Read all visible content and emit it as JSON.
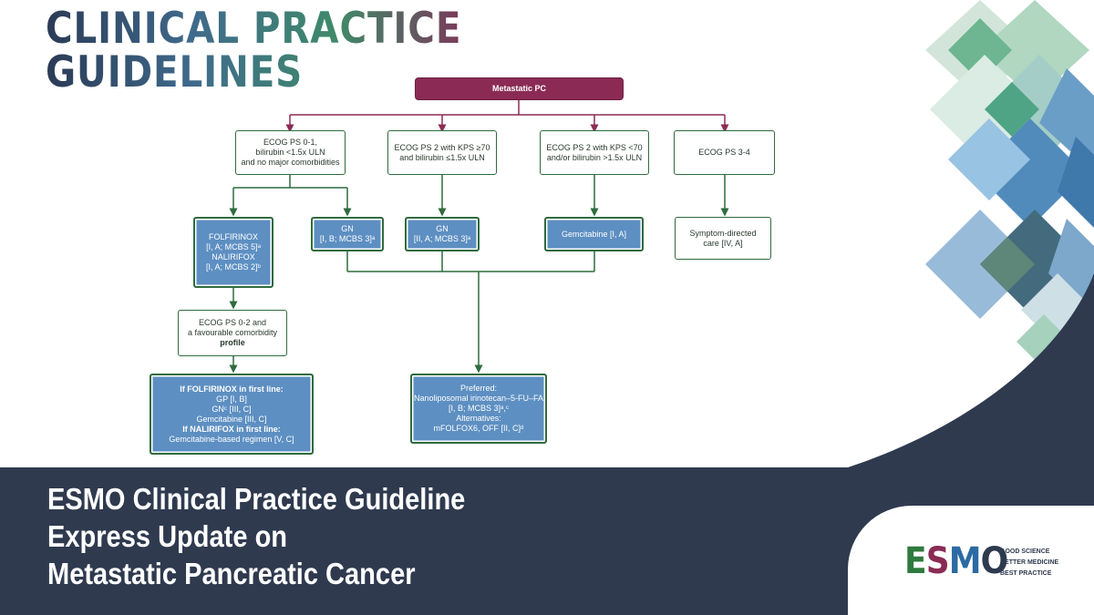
{
  "header": {
    "title_line1": "CLINICAL PRACTICE",
    "title_line2": "GUIDELINES"
  },
  "flowchart": {
    "root": "Metastatic PC",
    "ecog01": [
      "ECOG PS 0-1,",
      "bilirubin <1.5x ULN",
      "and no major comorbidities"
    ],
    "ecog2_kps_ge70": [
      "ECOG PS 2 with KPS ≥70",
      "and bilirubin ≤1.5x ULN"
    ],
    "ecog2_kps_lt70": [
      "ECOG PS 2 with KPS <70",
      "and/or bilirubin >1.5x ULN"
    ],
    "ecog34": "ECOG PS 3-4",
    "folfirinox": [
      "FOLFIRINOX",
      "[I, A; MCBS 5]ᵃ",
      "NALIRIFOX",
      "[I, A; MCBS 2]ᵇ"
    ],
    "gn_ib": [
      "GN",
      "[I, B; MCBS 3]ᵃ"
    ],
    "gn_ia": [
      "GN",
      "[II, A; MCBS 3]ᵃ"
    ],
    "gemcitabine": "Gemcitabine [I, A]",
    "symptom": [
      "Symptom-directed",
      "care [IV, A]"
    ],
    "ecog02": [
      "ECOG PS 0-2 and",
      "a favourable comorbidity",
      "profile"
    ],
    "second_line_left": [
      "If FOLFIRINOX in first line:",
      "GP [I, B]",
      "GNᶜ [III, C]",
      "Gemcitabine [III, C]",
      "If NALIRIFOX in first line:",
      "Gemcitabine-based regimen [V, C]"
    ],
    "second_line_right": [
      "Preferred:",
      "Nanoliposomal irinotecan–5-FU–FA",
      "[I, B; MCBS 3]ᵃ,ᶜ",
      "Alternatives:",
      "mFOLFOX6, OFF [II, C]ᵈ"
    ]
  },
  "banner": {
    "line1": "ESMO Clinical Practice Guideline",
    "line2": "Express Update on",
    "line3": "Metastatic Pancreatic Cancer"
  },
  "logo": {
    "letters": [
      "E",
      "S",
      "M",
      "O"
    ],
    "tagline": [
      "GOOD SCIENCE",
      "BETTER MEDICINE",
      "BEST PRACTICE"
    ]
  },
  "colors": {
    "banner": "#2f3a4f",
    "root_node": "#8b2b55",
    "blue_node": "#5d8fc2",
    "node_border": "#2f6b3e",
    "connector_root": "#8b2b55",
    "connector": "#2f6b3e"
  }
}
